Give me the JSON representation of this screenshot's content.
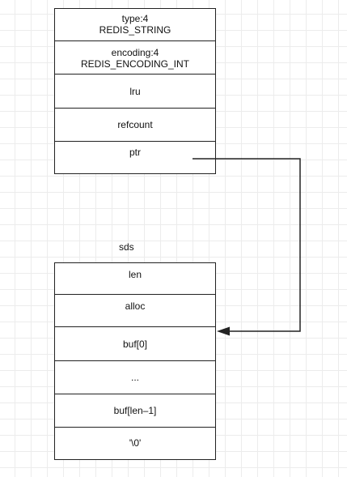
{
  "robj": {
    "type_line1": "type:4",
    "type_line2": "REDIS_STRING",
    "encoding_line1": "encoding:4",
    "encoding_line2": "REDIS_ENCODING_INT",
    "lru": "lru",
    "refcount": "refcount",
    "ptr": "ptr"
  },
  "sds": {
    "caption": "sds",
    "len": "len",
    "alloc": "alloc",
    "buf0": "buf[0]",
    "ellipsis": "...",
    "buf_last": "buf[len–1]",
    "terminator": "'\\0'"
  },
  "colors": {
    "line": "#222222",
    "grid": "#ececec"
  }
}
